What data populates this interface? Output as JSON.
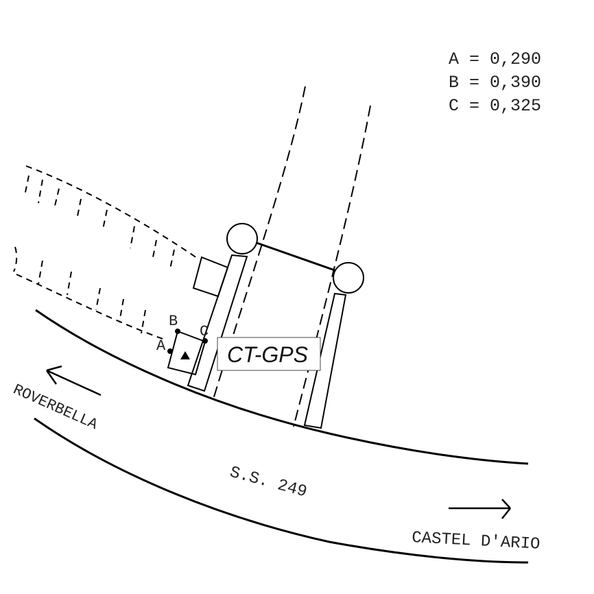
{
  "legend": [
    {
      "letter": "A",
      "text": "A = 0,290"
    },
    {
      "letter": "B",
      "text": "B = 0,390"
    },
    {
      "letter": "C",
      "text": "C = 0,325"
    }
  ],
  "points": {
    "a": "A",
    "b": "B",
    "c": "C"
  },
  "station_label": "CT-GPS",
  "road_label": "S.S. 249",
  "direction_left": "ROVERBELLA",
  "direction_right": "CASTEL D'ARIO",
  "colors": {
    "ink": "#000000",
    "paper": "#ffffff"
  },
  "icons": [
    "arrow-left-icon",
    "arrow-right-icon",
    "station-triangle-icon"
  ]
}
